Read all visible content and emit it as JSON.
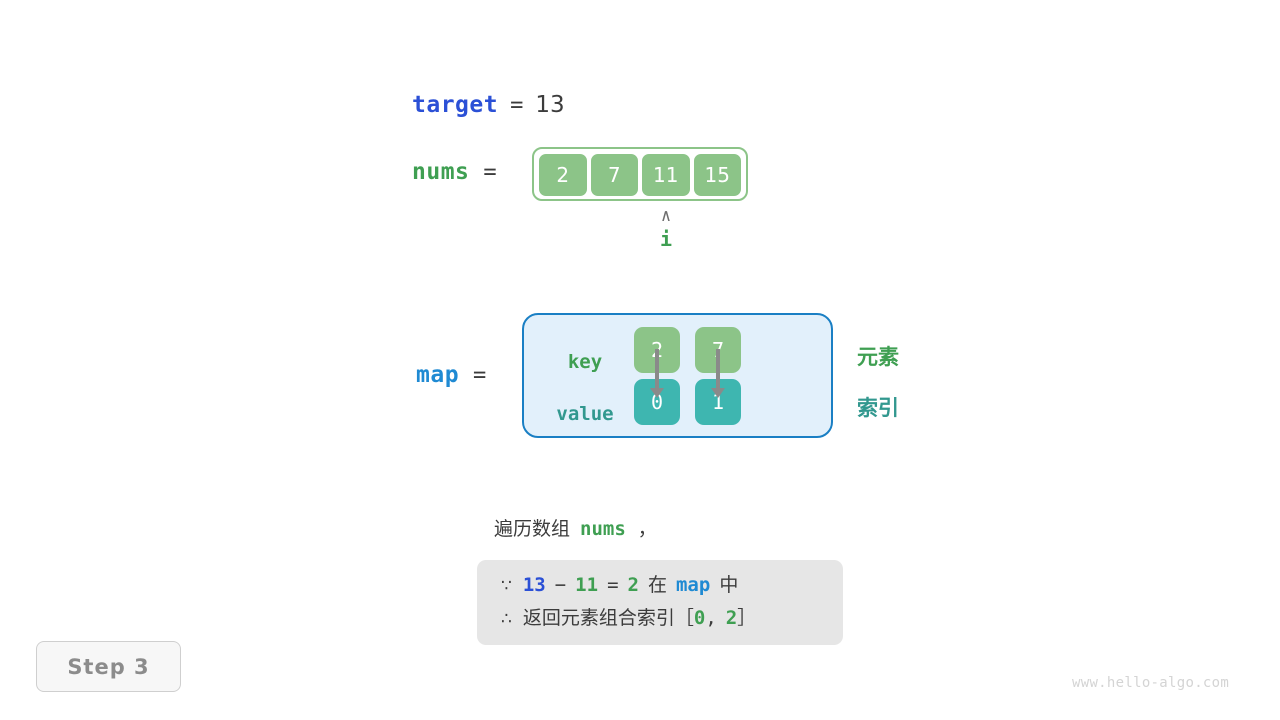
{
  "target": {
    "name": "target",
    "operator": "=",
    "value": "13"
  },
  "nums": {
    "name": "nums",
    "operator": "=",
    "cells": [
      "2",
      "7",
      "11",
      "15"
    ],
    "pointer": {
      "caret": "∧",
      "label": "i",
      "index": 2
    }
  },
  "map": {
    "name": "map",
    "operator": "=",
    "row_labels": {
      "key": "key",
      "value": "value"
    },
    "entries": [
      {
        "key": "2",
        "value": "0"
      },
      {
        "key": "7",
        "value": "1"
      }
    ],
    "legends": {
      "element": "元素",
      "index": "索引"
    }
  },
  "description": {
    "prefix": "遍历数组",
    "code": "nums",
    "suffix": "，"
  },
  "formula": {
    "line1": {
      "symbol": "∵",
      "a": "13",
      "minus": "−",
      "b": "11",
      "equals": "=",
      "c": "2",
      "in_text": "在",
      "map_name": "map",
      "tail_text": "中"
    },
    "line2": {
      "symbol": "∴",
      "text": "返回元素组合索引",
      "open_bracket": "［",
      "i0": "0",
      "comma": ",",
      "i1": "2",
      "close_bracket": "］"
    }
  },
  "step_badge": {
    "label": "Step 3"
  },
  "watermark": {
    "text": "www.hello-algo.com"
  },
  "colors": {
    "blue_keyword": "#2b50d6",
    "light_blue_keyword": "#1f8ad3",
    "green_keyword": "#3f9f52",
    "teal": "#32988f",
    "array_cell": "#8cc488",
    "value_cell": "#3eb6b0",
    "map_bg": "#e2f0fb",
    "map_border": "#1a7fc4",
    "formula_bg": "#e6e6e6",
    "arrow_gray": "#8a8a8a"
  }
}
